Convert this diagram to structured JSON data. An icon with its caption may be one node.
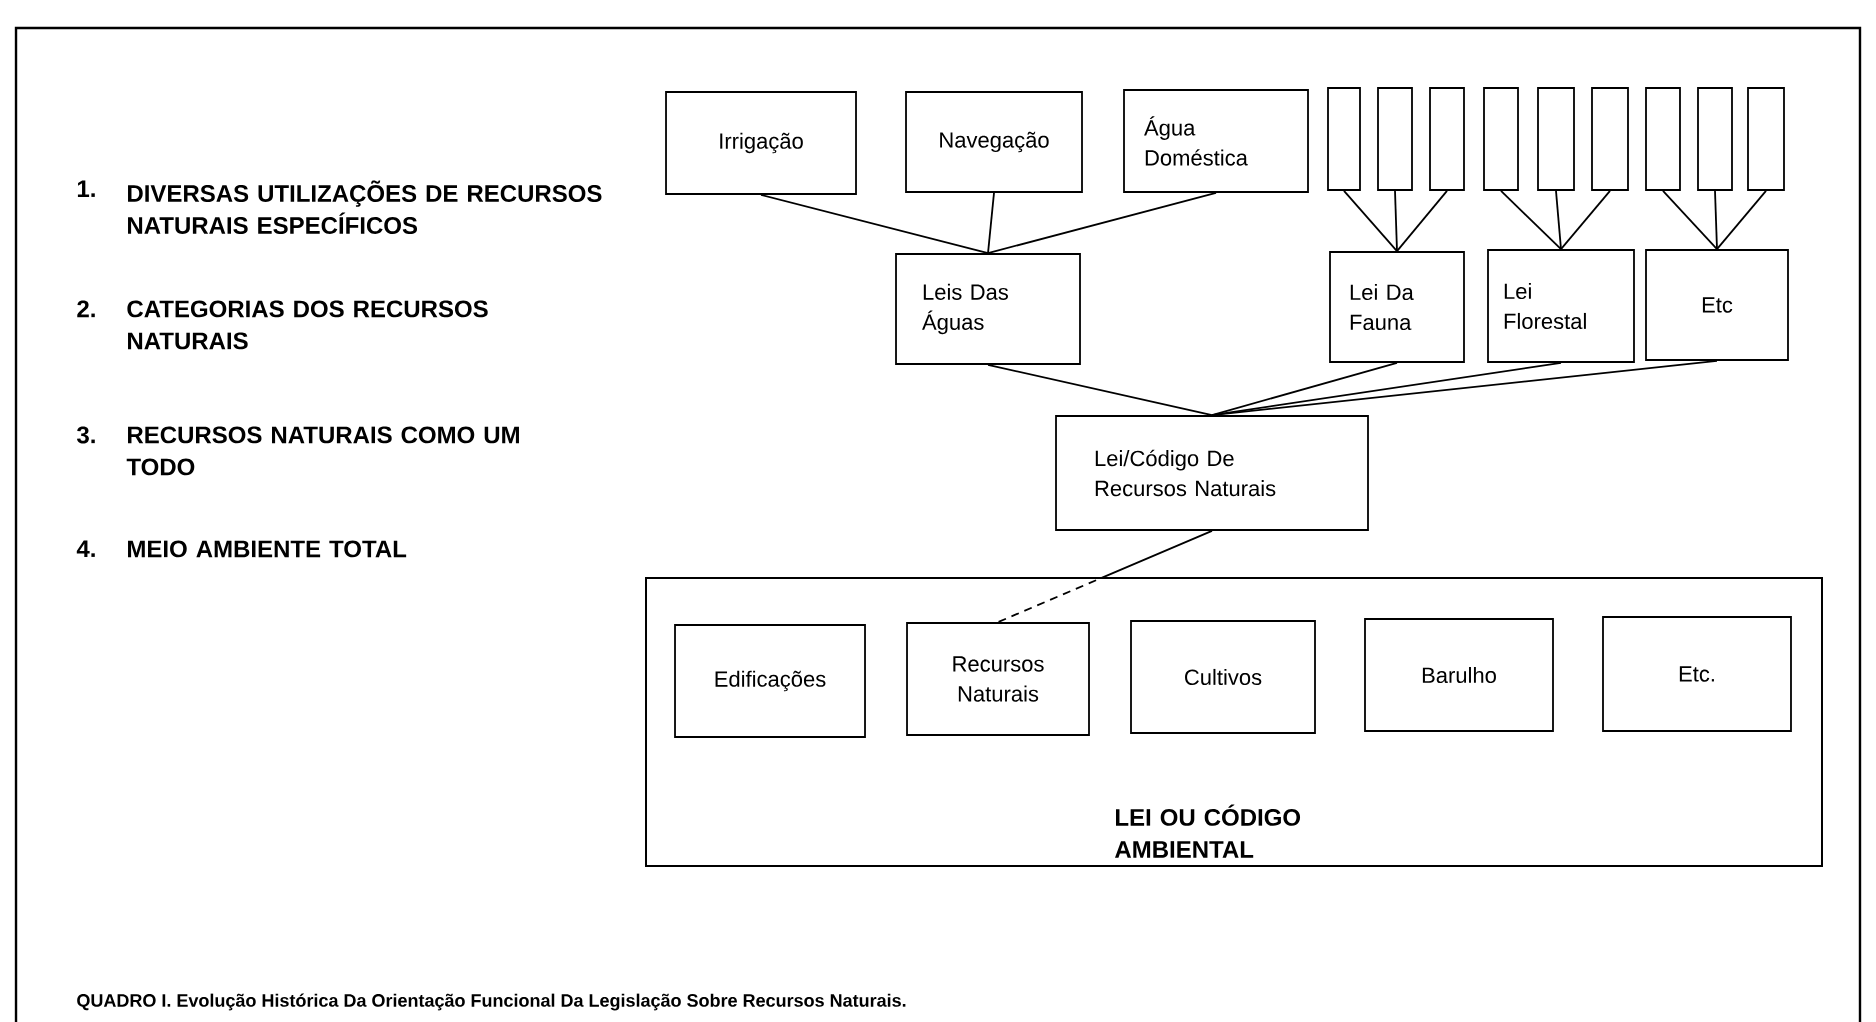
{
  "diagram": {
    "caption": "QUADRO I. Evolução Histórica Da Orientação Funcional Da Legislação Sobre Recursos Naturais.",
    "nodes": [
      {
        "text": [
          "Irrigação"
        ]
      },
      {
        "text": [
          "Navegação"
        ]
      },
      {
        "text": [
          "Água Doméstica"
        ]
      },
      {
        "text": [],
        "shape": "box"
      },
      {
        "text": [],
        "shape": "box"
      },
      {
        "text": [],
        "shape": "box"
      },
      {
        "text": [],
        "shape": "box"
      },
      {
        "text": [],
        "shape": "box"
      },
      {
        "text": [],
        "shape": "box"
      },
      {
        "text": [],
        "shape": "box"
      },
      {
        "text": [],
        "shape": "box"
      },
      {
        "text": [],
        "shape": "box"
      },
      {
        "text": [
          "Leis Das Águas"
        ]
      },
      {
        "text": [
          "Lei Da Fauna"
        ]
      },
      {
        "text": [
          "Lei Florestal"
        ]
      },
      {
        "text": [
          "Etc"
        ]
      },
      {
        "text": [
          "Lei/Código De Recursos Naturais"
        ]
      },
      {
        "text": [
          "LEI OU CÓDIGO AMBIENTAL"
        ]
      },
      {
        "text": [
          "Edificações"
        ],
        "in": 17
      },
      {
        "text": [
          "Recursos Naturais"
        ],
        "in": 17
      },
      {
        "text": [
          "Cultivos"
        ],
        "in": 17
      },
      {
        "text": [
          "Barulho"
        ],
        "in": 17
      },
      {
        "text": [
          "Etc."
        ],
        "in": 17
      }
    ],
    "edges": [
      {
        "from": 0,
        "to": 12,
        "arrow": "none"
      },
      {
        "from": 1,
        "to": 12,
        "arrow": "none"
      },
      {
        "from": 2,
        "to": 12,
        "arrow": "none"
      },
      {
        "from": 3,
        "to": 13,
        "arrow": "none"
      },
      {
        "from": 4,
        "to": 13,
        "arrow": "none"
      },
      {
        "from": 5,
        "to": 13,
        "arrow": "none"
      },
      {
        "from": 6,
        "to": 14,
        "arrow": "none"
      },
      {
        "from": 7,
        "to": 14,
        "arrow": "none"
      },
      {
        "from": 8,
        "to": 14,
        "arrow": "none"
      },
      {
        "from": 9,
        "to": 15,
        "arrow": "none"
      },
      {
        "from": 10,
        "to": 15,
        "arrow": "none"
      },
      {
        "from": 11,
        "to": 15,
        "arrow": "none"
      },
      {
        "from": 12,
        "to": 16,
        "arrow": "none"
      },
      {
        "from": 13,
        "to": 16,
        "arrow": "none"
      },
      {
        "from": 14,
        "to": 16,
        "arrow": "none"
      },
      {
        "from": 15,
        "to": 16,
        "arrow": "none"
      },
      {
        "from": 16,
        "to": 19,
        "arrow": "none",
        "style": "dashed"
      }
    ],
    "labels": [
      "1.",
      "DIVERSAS UTILIZAÇÕES DE RECURSOS NATURAIS ESPECÍFICOS",
      "2.",
      "CATEGORIAS DOS RECURSOS NATURAIS",
      "3.",
      "RECURSOS NATURAIS COMO UM TODO",
      "4.",
      "MEIO AMBIENTE TOTAL"
    ]
  }
}
